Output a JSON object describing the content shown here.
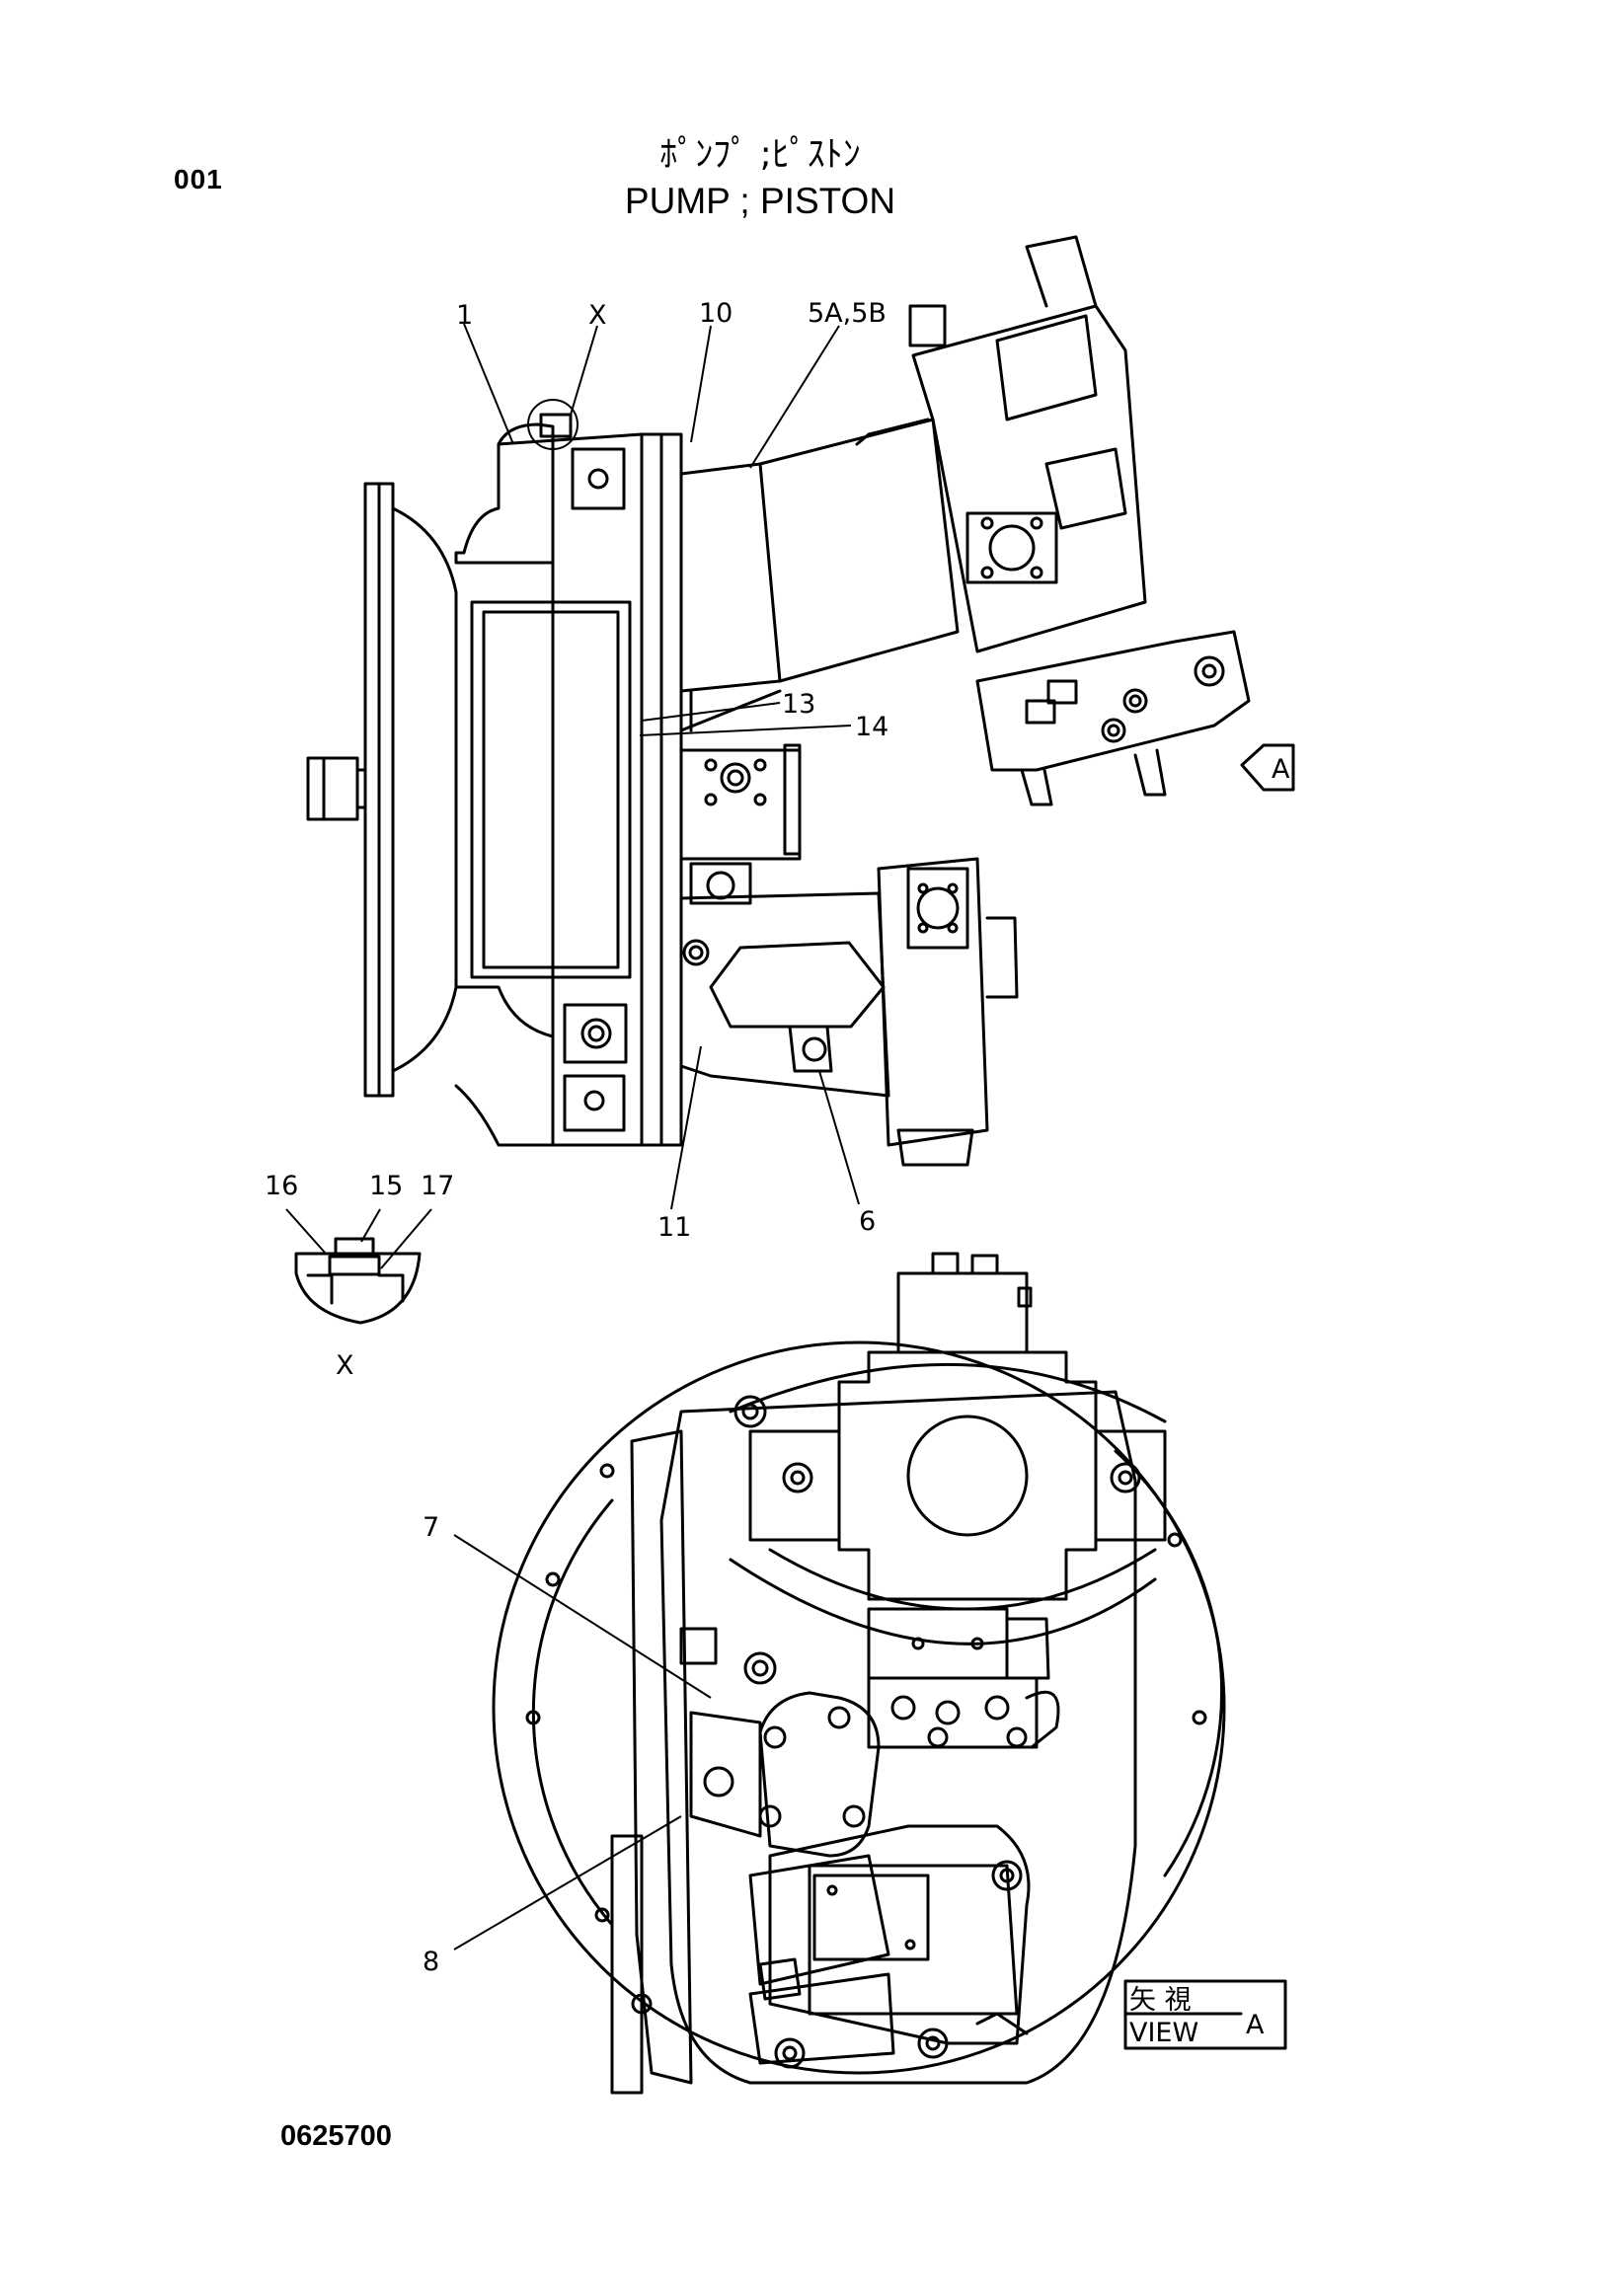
{
  "page_number": "001",
  "title": {
    "japanese": "ﾎﾟﾝﾌﾟ ;ﾋﾟｽﾄﾝ",
    "english": "PUMP  ; PISTON"
  },
  "drawing_number": "0625700",
  "callouts": {
    "c1": "1",
    "cX": "X",
    "c10": "10",
    "c5": "5A,5B",
    "c13": "13",
    "c14": "14",
    "c11": "11",
    "c6": "6",
    "c16": "16",
    "c15": "15",
    "c17": "17",
    "c7": "7",
    "c8": "8"
  },
  "detail_label": "X",
  "arrow_label": "A",
  "view_tag": {
    "japanese": "矢 視",
    "english": "VIEW",
    "letter": "A"
  }
}
